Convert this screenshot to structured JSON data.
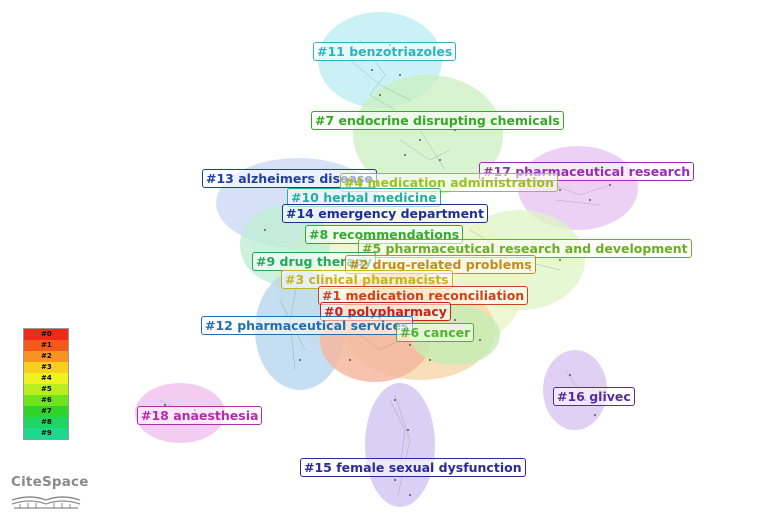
{
  "clusters": [
    {
      "id": "11",
      "label": "#11 benzotriazoles",
      "color": "#2ab5c4"
    },
    {
      "id": "7",
      "label": "#7 endocrine disrupting chemicals",
      "color": "#33aa22"
    },
    {
      "id": "17",
      "label": "#17 pharmaceutical research",
      "color": "#9b2bb5"
    },
    {
      "id": "13",
      "label": "#13 alzheimers disease",
      "color": "#1f3f9e"
    },
    {
      "id": "4",
      "label": "#4 medication administration",
      "color": "#9fbf1f"
    },
    {
      "id": "10",
      "label": "#10 herbal medicine",
      "color": "#1fb0a0"
    },
    {
      "id": "14",
      "label": "#14 emergency department",
      "color": "#1f2e99"
    },
    {
      "id": "8",
      "label": "#8 recommendations",
      "color": "#33aa33"
    },
    {
      "id": "5",
      "label": "#5 pharmaceutical research and development",
      "color": "#6aaf1f"
    },
    {
      "id": "9",
      "label": "#9 drug therapy",
      "color": "#22a85a"
    },
    {
      "id": "2",
      "label": "#2 drug-related problems",
      "color": "#c98a1a"
    },
    {
      "id": "3",
      "label": "#3 clinical pharmacists",
      "color": "#c9b21a"
    },
    {
      "id": "1",
      "label": "#1 medication reconciliation",
      "color": "#d0421a"
    },
    {
      "id": "0",
      "label": "#0 polypharmacy",
      "color": "#c8201a"
    },
    {
      "id": "12",
      "label": "#12 pharmaceutical services",
      "color": "#1f6fb5"
    },
    {
      "id": "6",
      "label": "#6 cancer",
      "color": "#4db52b"
    },
    {
      "id": "16",
      "label": "#16 glivec",
      "color": "#5a2b9e"
    },
    {
      "id": "18",
      "label": "#18 anaesthesia",
      "color": "#b52bb0"
    },
    {
      "id": "15",
      "label": "#15 female sexual dysfunction",
      "color": "#2b2b99"
    }
  ],
  "legend": {
    "items": [
      {
        "label": "#0",
        "color": "#ee2a1a"
      },
      {
        "label": "#1",
        "color": "#f4581a"
      },
      {
        "label": "#2",
        "color": "#f7931e"
      },
      {
        "label": "#3",
        "color": "#f8cf1e"
      },
      {
        "label": "#4",
        "color": "#eef21e"
      },
      {
        "label": "#5",
        "color": "#b8ee1e"
      },
      {
        "label": "#6",
        "color": "#6fe31e"
      },
      {
        "label": "#7",
        "color": "#2fd32a"
      },
      {
        "label": "#8",
        "color": "#1fd665"
      },
      {
        "label": "#9",
        "color": "#1ed88f"
      }
    ]
  },
  "logo": {
    "text": "CiteSpace"
  }
}
